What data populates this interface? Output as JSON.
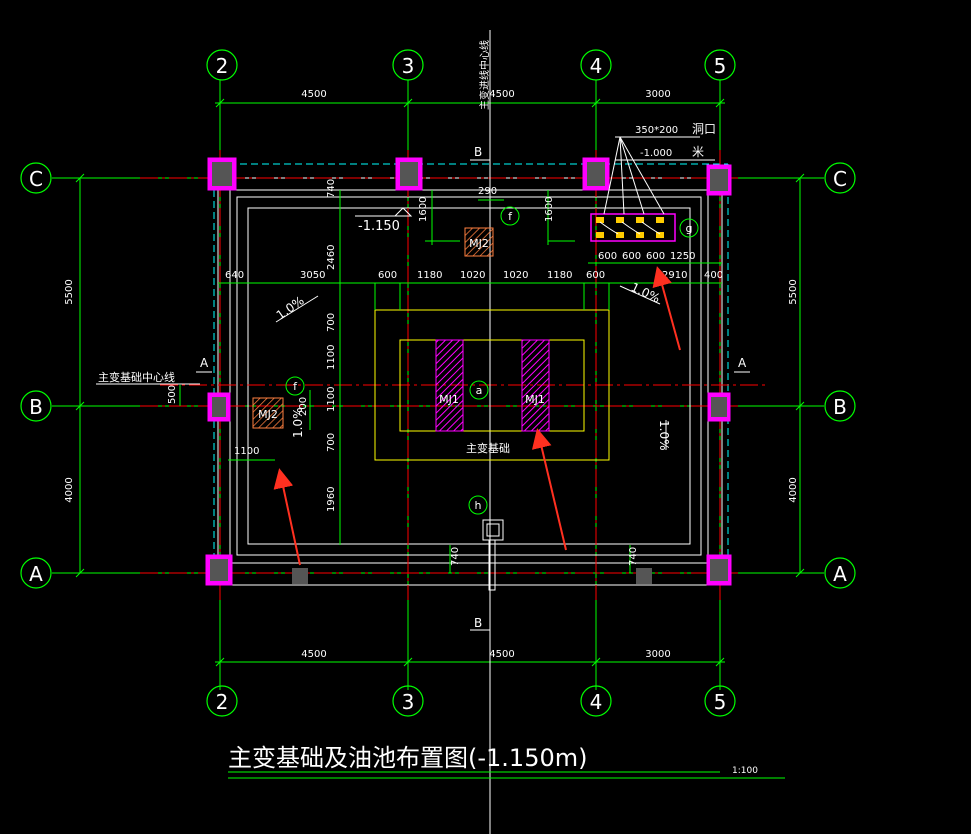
{
  "drawing": {
    "title": "主变基础及油池布置图(-1.150m)",
    "scale": "1:100",
    "axes_numbers": [
      "2",
      "3",
      "4",
      "5"
    ],
    "axes_letters": [
      "C",
      "B",
      "A"
    ],
    "top_dims": [
      "4500",
      "4500",
      "3000"
    ],
    "bottom_dims": [
      "4500",
      "4500",
      "3000"
    ],
    "side_dims": [
      "5500",
      "4000"
    ],
    "section_B": "B",
    "section_A": "A",
    "centerline_label": "主变基础中心线",
    "centerline_vertical": "主变进线中心线",
    "hole_size": "350*200",
    "hole_label": "洞口",
    "hole_elev": "-1.000",
    "hole_unit": "米",
    "elev_label": "-1.150",
    "upper_dims": [
      "640",
      "3050",
      "600",
      "1180",
      "1020",
      "1020",
      "1180",
      "600",
      "2910",
      "400"
    ],
    "hole_dims": [
      "600",
      "600",
      "600",
      "1250"
    ],
    "misc_dims": {
      "d740": "740",
      "d1600": "1600",
      "d290": "290",
      "d2460": "2460",
      "d700": "700",
      "d1100": "1100",
      "d500": "500",
      "d200": "200",
      "d1960": "1960"
    },
    "slopes": [
      "1.0%",
      "1.0%",
      "1.0%",
      "1.0%"
    ],
    "circles": [
      "f",
      "g",
      "a",
      "h"
    ],
    "tags": [
      "MJ2",
      "MJ2",
      "MJ1",
      "MJ1"
    ],
    "foundation_label": "主变基础"
  },
  "colors": {
    "background": "#000000",
    "axis": "#00ff00",
    "wall": "#ffffff",
    "foundation": "#ffff00",
    "column": "#ff00ff",
    "centerline": "#ff0000",
    "cyan": "#00ffff",
    "arrow": "#ff3020"
  }
}
